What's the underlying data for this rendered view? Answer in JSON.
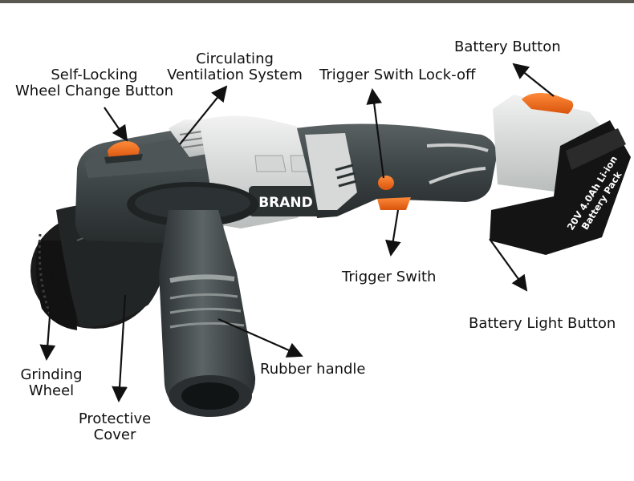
{
  "brand_label": "BRAND",
  "battery_text": {
    "line1": "20V 4.0Ah Li-ion",
    "line2": "Battery Pack"
  },
  "labels": {
    "self_locking": [
      "Self-Locking",
      "Wheel Change Button"
    ],
    "ventilation": [
      "Circulating",
      "Ventilation System"
    ],
    "trigger_lockoff": [
      "Trigger Swith Lock-off"
    ],
    "battery_button": [
      "Battery Button"
    ],
    "trigger_switch": [
      "Trigger Swith"
    ],
    "battery_light": [
      "Battery Light Button"
    ],
    "rubber_handle": [
      "Rubber handle"
    ],
    "grinding_wheel": [
      "Grinding",
      "Wheel"
    ],
    "protective_cover": [
      "Protective",
      "Cover"
    ]
  },
  "colors": {
    "body_gray": "#3d4446",
    "body_light": "#d9dcdb",
    "accent_orange": "#f26b1d",
    "battery_black": "#141414"
  }
}
